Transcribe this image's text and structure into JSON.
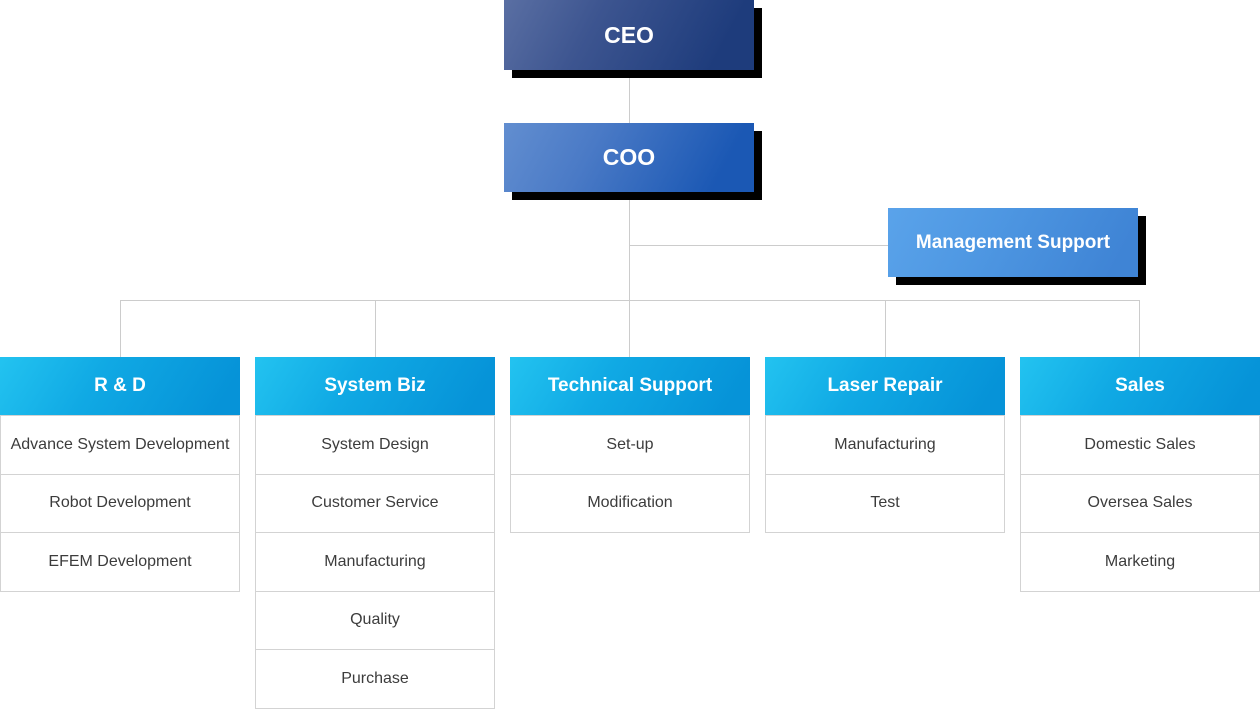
{
  "org": {
    "ceo": {
      "label": "CEO"
    },
    "coo": {
      "label": "COO"
    },
    "management_support": {
      "label": "Management Support"
    },
    "departments": [
      {
        "label": "R & D",
        "rows": [
          "Advance System Development",
          "Robot Development",
          "EFEM Development"
        ]
      },
      {
        "label": "System Biz",
        "rows": [
          "System Design",
          "Customer Service",
          "Manufacturing",
          "Quality",
          "Purchase"
        ]
      },
      {
        "label": "Technical Support",
        "rows": [
          "Set-up",
          "Modification"
        ]
      },
      {
        "label": "Laser Repair",
        "rows": [
          "Manufacturing",
          "Test"
        ]
      },
      {
        "label": "Sales",
        "rows": [
          "Domestic Sales",
          "Oversea Sales",
          "Marketing"
        ]
      }
    ]
  },
  "colors": {
    "ceo_gradient_start": "#5a6fa3",
    "ceo_gradient_end": "#1e3c7c",
    "coo_gradient_start": "#628ed0",
    "coo_gradient_end": "#1b58b4",
    "management_support_gradient_start": "#5aa3ea",
    "management_support_gradient_end": "#3f84d5",
    "dept_header_gradient_start": "#23c3f0",
    "dept_header_gradient_end": "#0693d8",
    "box_shadow": "#000000",
    "connector_line": "#cccccc",
    "row_border": "#d3d3d3",
    "row_text": "#3c3c3c",
    "box_text": "#ffffff",
    "background": "#ffffff"
  }
}
